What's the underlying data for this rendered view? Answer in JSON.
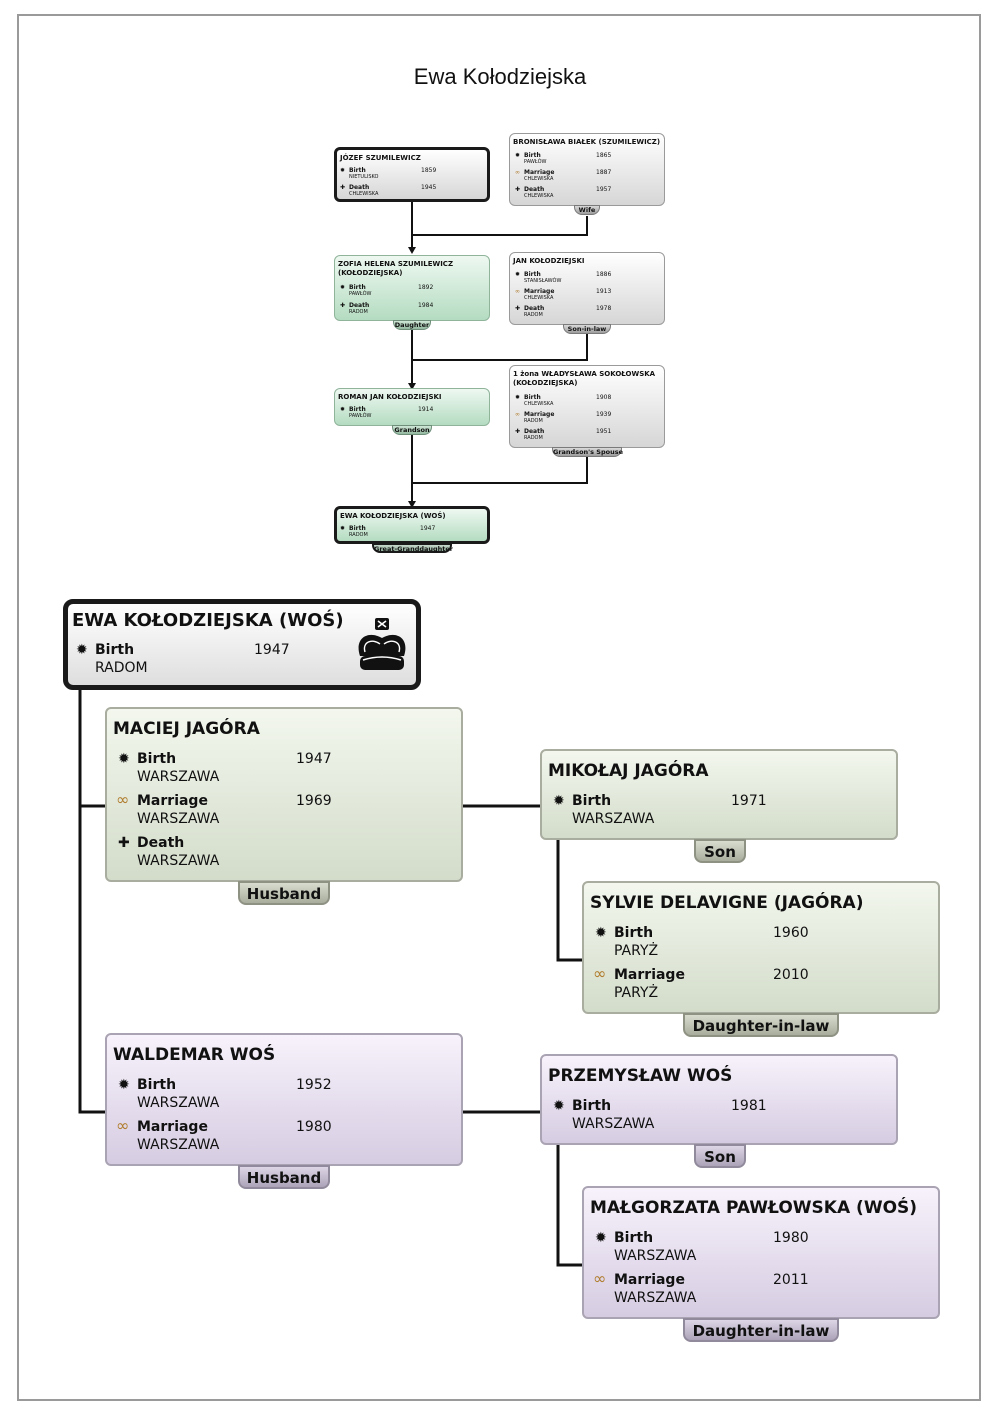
{
  "title": "Ewa Kołodziejska",
  "labels": {
    "birth": "Birth",
    "marriage": "Marriage",
    "death": "Death"
  },
  "icons": {
    "birth": "birth-star-icon",
    "marriage": "marriage-rings-icon",
    "death": "death-cross-icon",
    "crown": "crown-icon"
  },
  "small_tree": {
    "jozef": {
      "name": "JÓZEF SZUMILEWICZ",
      "birth_year": "1859",
      "birth_place": "NIETULISKO",
      "death_year": "1945",
      "death_place": "CHLEWISKA"
    },
    "bronislawa": {
      "name": "BRONISŁAWA BIAŁEK (SZUMILEWICZ)",
      "birth_year": "1865",
      "birth_place": "PAWŁÓW",
      "marriage_year": "1887",
      "marriage_place": "CHLEWISKA",
      "death_year": "1957",
      "death_place": "CHLEWISKA",
      "tag": "Wife"
    },
    "zofia": {
      "name_line1": "ZOFIA HELENA SZUMILEWICZ",
      "name_line2": "(KOŁODZIEJSKA)",
      "birth_year": "1892",
      "birth_place": "PAWŁÓW",
      "death_year": "1984",
      "death_place": "RADOM",
      "tag": "Daughter"
    },
    "jan": {
      "name": "JAN KOŁODZIEJSKI",
      "birth_year": "1886",
      "birth_place": "STANISŁAWÓW",
      "marriage_year": "1913",
      "marriage_place": "CHLEWISKA",
      "death_year": "1978",
      "death_place": "RADOM",
      "tag": "Son-in-law"
    },
    "roman": {
      "name": "ROMAN JAN KOŁODZIEJSKI",
      "birth_year": "1914",
      "birth_place": "PAWŁÓW",
      "tag": "Grandson"
    },
    "wladyslawa": {
      "name_line1": "1 żona WŁADYSŁAWA SOKOŁOWSKA",
      "name_line2": "(KOŁODZIEJSKA)",
      "birth_year": "1908",
      "birth_place": "CHLEWISKA",
      "marriage_year": "1939",
      "marriage_place": "RADOM",
      "death_year": "1951",
      "death_place": "RADOM",
      "tag": "Grandson's Spouse"
    },
    "ewa": {
      "name": "EWA KOŁODZIEJSKA (WOŚ)",
      "birth_year": "1947",
      "birth_place": "RADOM",
      "tag": "Great-Granddaughter"
    }
  },
  "large_tree": {
    "ewa": {
      "name": "EWA KOŁODZIEJSKA (WOŚ)",
      "birth_year": "1947",
      "birth_place": "RADOM"
    },
    "maciej": {
      "name": "MACIEJ JAGÓRA",
      "birth_year": "1947",
      "birth_place": "WARSZAWA",
      "marriage_year": "1969",
      "marriage_place": "WARSZAWA",
      "death_place": "WARSZAWA",
      "tag": "Husband"
    },
    "mikolaj": {
      "name": "MIKOŁAJ JAGÓRA",
      "birth_year": "1971",
      "birth_place": "WARSZAWA",
      "tag": "Son"
    },
    "sylvie": {
      "name": "SYLVIE DELAVIGNE (JAGÓRA)",
      "birth_year": "1960",
      "birth_place": "PARYŻ",
      "marriage_year": "2010",
      "marriage_place": "PARYŻ",
      "tag": "Daughter-in-law"
    },
    "waldemar": {
      "name": "WALDEMAR WOŚ",
      "birth_year": "1952",
      "birth_place": "WARSZAWA",
      "marriage_year": "1980",
      "marriage_place": "WARSZAWA",
      "tag": "Husband"
    },
    "przemyslaw": {
      "name": "PRZEMYSŁAW WOŚ",
      "birth_year": "1981",
      "birth_place": "WARSZAWA",
      "tag": "Son"
    },
    "malgorzata": {
      "name": "MAŁGORZATA PAWŁOWSKA (WOŚ)",
      "birth_year": "1980",
      "birth_place": "WARSZAWA",
      "marriage_year": "2011",
      "marriage_place": "WARSZAWA",
      "tag": "Daughter-in-law"
    }
  }
}
